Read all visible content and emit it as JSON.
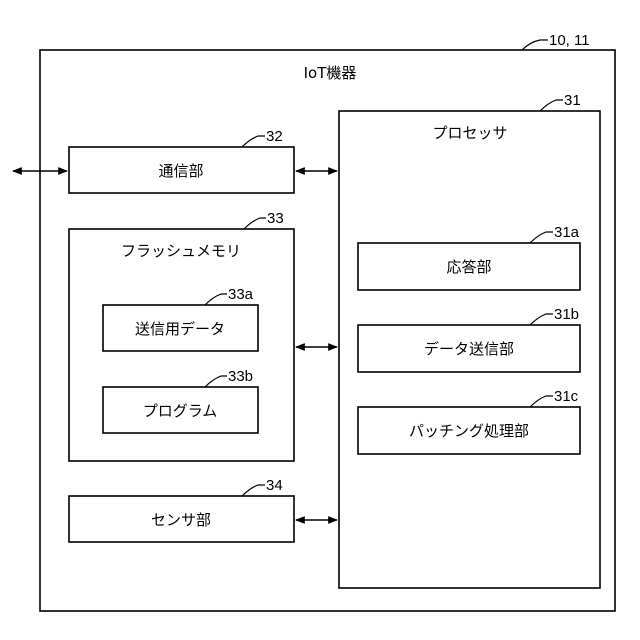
{
  "device": {
    "title": "IoT機器",
    "ref": "10, 11"
  },
  "comm": {
    "label": "通信部",
    "ref": "32"
  },
  "flash": {
    "label": "フラッシュメモリ",
    "ref": "33"
  },
  "tx_data": {
    "label": "送信用データ",
    "ref": "33a"
  },
  "program": {
    "label": "プログラム",
    "ref": "33b"
  },
  "sensor": {
    "label": "センサ部",
    "ref": "34"
  },
  "processor": {
    "label": "プロセッサ",
    "ref": "31"
  },
  "response": {
    "label": "応答部",
    "ref": "31a"
  },
  "data_tx": {
    "label": "データ送信部",
    "ref": "31b"
  },
  "patching": {
    "label": "パッチング処理部",
    "ref": "31c"
  }
}
